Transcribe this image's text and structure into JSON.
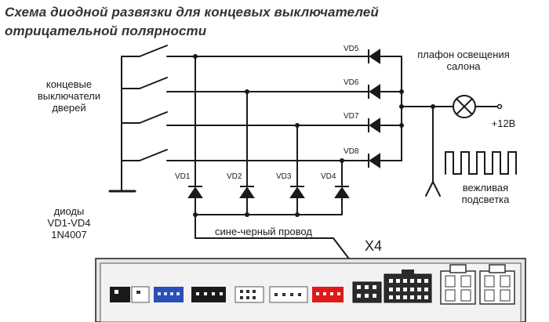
{
  "title": {
    "line1": "Схема диодной развязки для концевых выключателей",
    "line2": "отрицательной полярности"
  },
  "labels": {
    "door_switches": [
      "концевые",
      "выключатели",
      "дверей"
    ],
    "lamp": [
      "плафон освещения",
      "салона"
    ],
    "plus12": "+12В",
    "courtesy": [
      "вежливая",
      "подсветка"
    ],
    "diodes_note": [
      "диоды",
      "VD1-VD4",
      "1N4007"
    ],
    "wire": "сине-черный провод",
    "connector": "X4"
  },
  "diodes": {
    "right": [
      "VD5",
      "VD6",
      "VD7",
      "VD8"
    ],
    "bottom": [
      "VD1",
      "VD2",
      "VD3",
      "VD4"
    ]
  },
  "colors": {
    "line": "#1a1a1a",
    "blue_connector": "#2a4fb8",
    "red_connector": "#e0191b",
    "panel": "#e6e6e6"
  }
}
